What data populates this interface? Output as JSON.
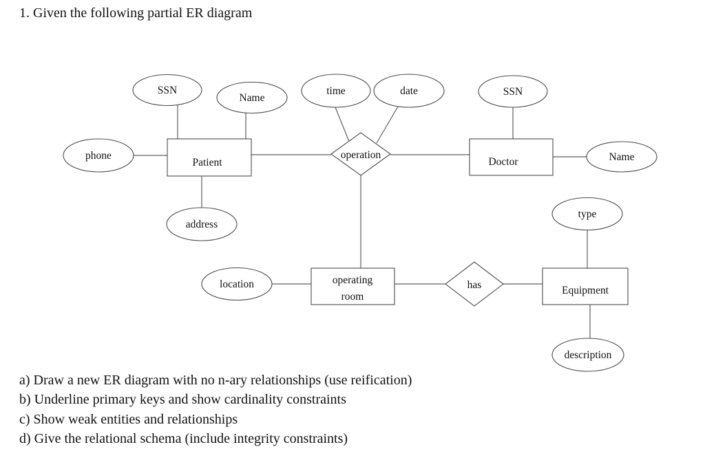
{
  "page": {
    "title": "1. Given the following partial ER diagram",
    "questions": [
      "a) Draw a new ER diagram with no n-ary relationships (use reification)",
      "b) Underline primary keys and show cardinality constraints",
      "c) Show weak entities and relationships",
      "d) Give the relational schema (include integrity constraints)"
    ]
  },
  "diagram": {
    "type": "er-diagram",
    "entities": [
      {
        "id": "patient",
        "label": "Patient"
      },
      {
        "id": "doctor",
        "label": "Doctor"
      },
      {
        "id": "operating-room",
        "label_line1": "operating",
        "label_line2": "room"
      },
      {
        "id": "equipment",
        "label": "Equipment"
      }
    ],
    "relationships": [
      {
        "id": "operation",
        "label": "operation",
        "connects": [
          "Patient",
          "Doctor",
          "operating room"
        ]
      },
      {
        "id": "has",
        "label": "has",
        "connects": [
          "operating room",
          "Equipment"
        ]
      }
    ],
    "attributes": [
      {
        "id": "ssn-patient",
        "label": "SSN",
        "of": "Patient"
      },
      {
        "id": "name-patient",
        "label": "Name",
        "of": "Patient"
      },
      {
        "id": "time",
        "label": "time",
        "of": "operation"
      },
      {
        "id": "date",
        "label": "date",
        "of": "operation"
      },
      {
        "id": "ssn-doctor",
        "label": "SSN",
        "of": "Doctor"
      },
      {
        "id": "phone",
        "label": "phone",
        "of": "Patient"
      },
      {
        "id": "name-doctor",
        "label": "Name",
        "of": "Doctor"
      },
      {
        "id": "address",
        "label": "address",
        "of": "Patient"
      },
      {
        "id": "type",
        "label": "type",
        "of": "Equipment"
      },
      {
        "id": "location",
        "label": "location",
        "of": "operating room"
      },
      {
        "id": "description",
        "label": "description",
        "of": "Equipment"
      }
    ],
    "colors": {
      "background": "#ffffff",
      "shape_stroke": "#4a4a4a",
      "connector_stroke": "#5f5f5f",
      "text": "#111111"
    }
  }
}
